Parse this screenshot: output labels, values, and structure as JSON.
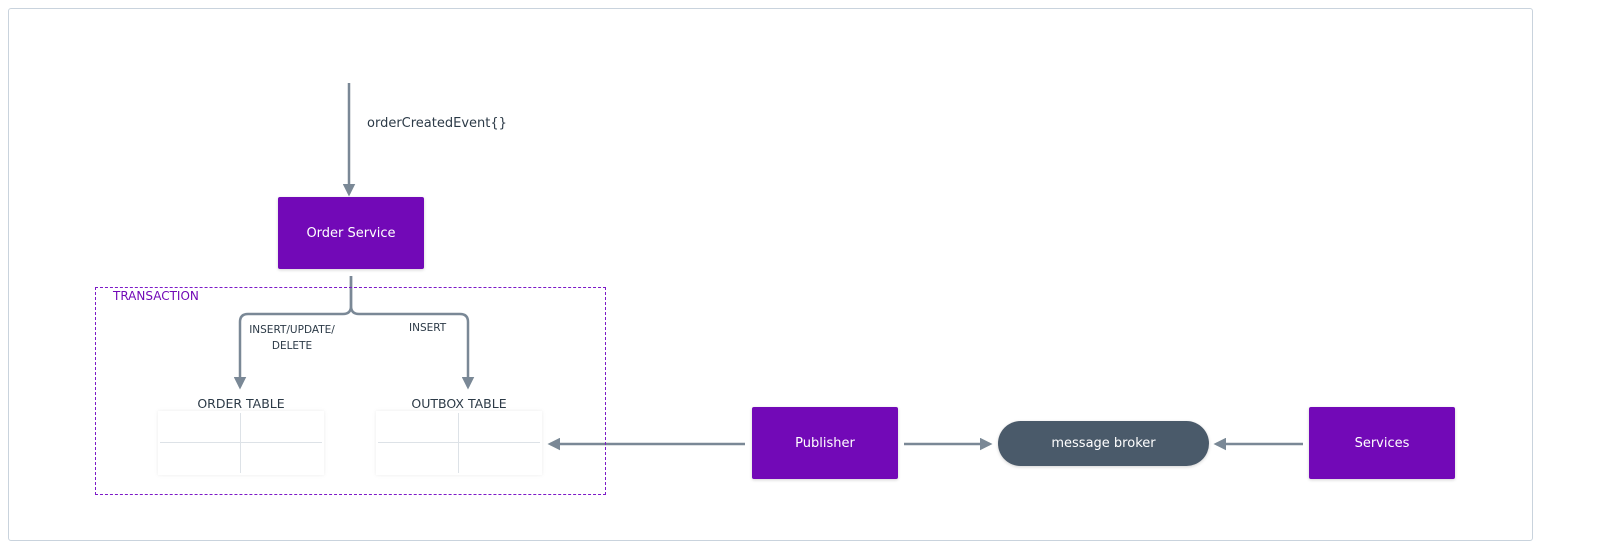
{
  "event_label": "orderCreatedEvent{}",
  "nodes": {
    "order_service": "Order Service",
    "publisher": "Publisher",
    "message_broker": "message broker",
    "services": "Services"
  },
  "transaction": {
    "label": "TRANSACTION",
    "edge_left_label_line1": "INSERT/UPDATE/",
    "edge_left_label_line2": "DELETE",
    "edge_right_label": "INSERT"
  },
  "tables": {
    "order_table": "ORDER TABLE",
    "outbox_table": "OUTBOX TABLE"
  },
  "colors": {
    "node_purple": "#7209b7",
    "broker": "#4a5a6a",
    "arrow": "#7a8896",
    "transaction_border": "#7d19c8"
  }
}
